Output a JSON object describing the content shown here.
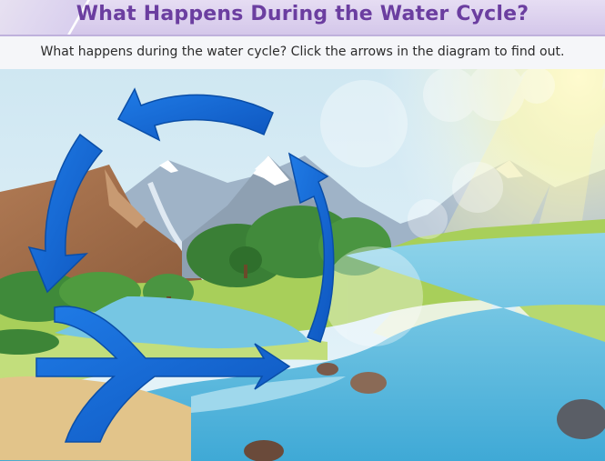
{
  "header": {
    "title": "What Happens During the Water Cycle?"
  },
  "instructions": {
    "text": "What happens during the water cycle? Click the arrows in the diagram to find out."
  },
  "diagram": {
    "arrows": [
      {
        "name": "evaporation-arrow",
        "direction": "up"
      },
      {
        "name": "condensation-arrow",
        "direction": "left"
      },
      {
        "name": "precipitation-arrow",
        "direction": "down"
      },
      {
        "name": "collection-arrow",
        "direction": "right"
      }
    ]
  },
  "colors": {
    "title": "#6b3ea0",
    "arrow_blue": "#1769d6",
    "water": "#5ec1e0",
    "sky": "#d4ecf5",
    "grass": "#b6d86a"
  }
}
